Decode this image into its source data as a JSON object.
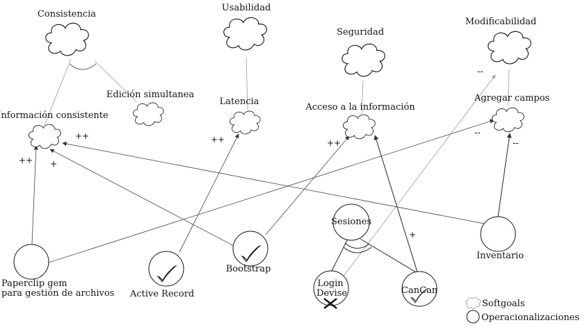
{
  "softgoals": {
    "consistencia": "Consistencia",
    "usabilidad": "Usabilidad",
    "seguridad": "Seguridad",
    "modificabilidad": "Modificabilidad",
    "edicion_simultanea": "Edición simultanea",
    "latencia": "Latencia",
    "informacion_consistente": "Información consistente",
    "acceso_informacion": "Acceso a la información",
    "agregar_campos": "Agregar campos"
  },
  "operationalizations": {
    "paperclip_line1": "Paperclip gem",
    "paperclip_line2": "para gestión de archivos",
    "active_record": "Active Record",
    "bootstrap": "Bootstrap",
    "sesiones": "Sesiones",
    "login_line1": "Login",
    "login_line2": "Devise",
    "cancan": "CanCan",
    "inventario": "Inventario"
  },
  "contributions": {
    "paperclip_to_info": "++",
    "bootstrap_to_info": "+",
    "inventario_to_info": "++",
    "active_record_to_latencia": "++",
    "bootstrap_to_acceso": "++",
    "cancan_to_acceso": "+",
    "login_to_modificabilidad": "--",
    "paperclip_to_agregar": "--",
    "inventario_to_agregar": "--"
  },
  "legend": {
    "softgoals": "Softgoals",
    "operacionalizaciones": "Operacionalizaciones"
  }
}
